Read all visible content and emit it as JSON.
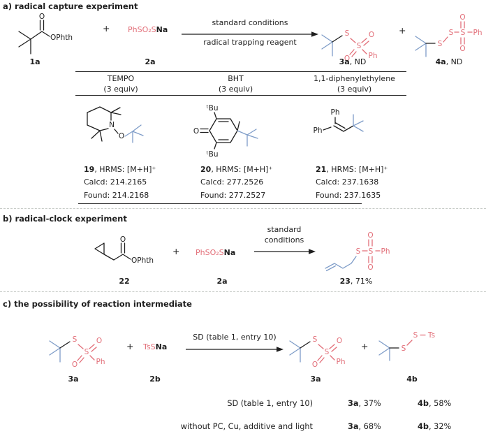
{
  "plus": "+",
  "atoms": {
    "S": "S",
    "O": "O",
    "N": "N",
    "Ph": "Ph",
    "Na": "Na",
    "Ts": "Ts",
    "tBu": "ᵗBu",
    "OPhth": "OPhth"
  },
  "section_a": {
    "title": "a) radical capture experiment",
    "compound_1a_label": "1a",
    "reagent_2a": {
      "red": "PhSO₂S",
      "counterion": "Na",
      "label": "2a"
    },
    "arrow_top": "standard conditions",
    "arrow_bottom": "radical trapping reagent",
    "product_3a": {
      "bold": "3a",
      "rest": ", ND"
    },
    "product_4a": {
      "bold": "4a",
      "rest": ", ND"
    },
    "table": {
      "headers": [
        {
          "name": "TEMPO",
          "equiv": "(3 equiv)"
        },
        {
          "name": "BHT",
          "equiv": "(3 equiv)"
        },
        {
          "name": "1,1-diphenylethylene",
          "equiv": "(3 equiv)"
        }
      ],
      "entries": [
        {
          "id": "19",
          "hrms": ", HRMS: [M+H]⁺",
          "calcd": "Calcd: 214.2165",
          "found": "Found: 214.2168"
        },
        {
          "id": "20",
          "hrms": ", HRMS: [M+H]⁺",
          "calcd": "Calcd: 277.2526",
          "found": "Found: 277.2527"
        },
        {
          "id": "21",
          "hrms": ", HRMS: [M+H]⁺",
          "calcd": "Calcd: 237.1638",
          "found": "Found: 237.1635"
        }
      ]
    }
  },
  "section_b": {
    "title": "b) radical-clock experiment",
    "compound_22_label": "22",
    "reagent_2a": {
      "red": "PhSO₂S",
      "counterion": "Na",
      "label": "2a"
    },
    "arrow_top_line1": "standard",
    "arrow_top_line2": "conditions",
    "product_23": {
      "bold": "23",
      "rest": ", 71%"
    }
  },
  "section_c": {
    "title": "c) the possibility of reaction intermediate",
    "compound_3a_label": "3a",
    "reagent_2b": {
      "red": "TsS",
      "counterion": "Na",
      "label": "2b"
    },
    "arrow_label": "SD (table 1, entry 10)",
    "product_3a_label": "3a",
    "product_4b_label": "4b",
    "results": [
      {
        "condition": "SD (table 1, entry 10)",
        "p1_bold": "3a",
        "p1_rest": ", 37%",
        "p2_bold": "4b",
        "p2_rest": ", 58%"
      },
      {
        "condition": "without PC, Cu, additive and light",
        "p1_bold": "3a",
        "p1_rest": ", 68%",
        "p2_bold": "4b",
        "p2_rest": ", 32%"
      }
    ]
  }
}
